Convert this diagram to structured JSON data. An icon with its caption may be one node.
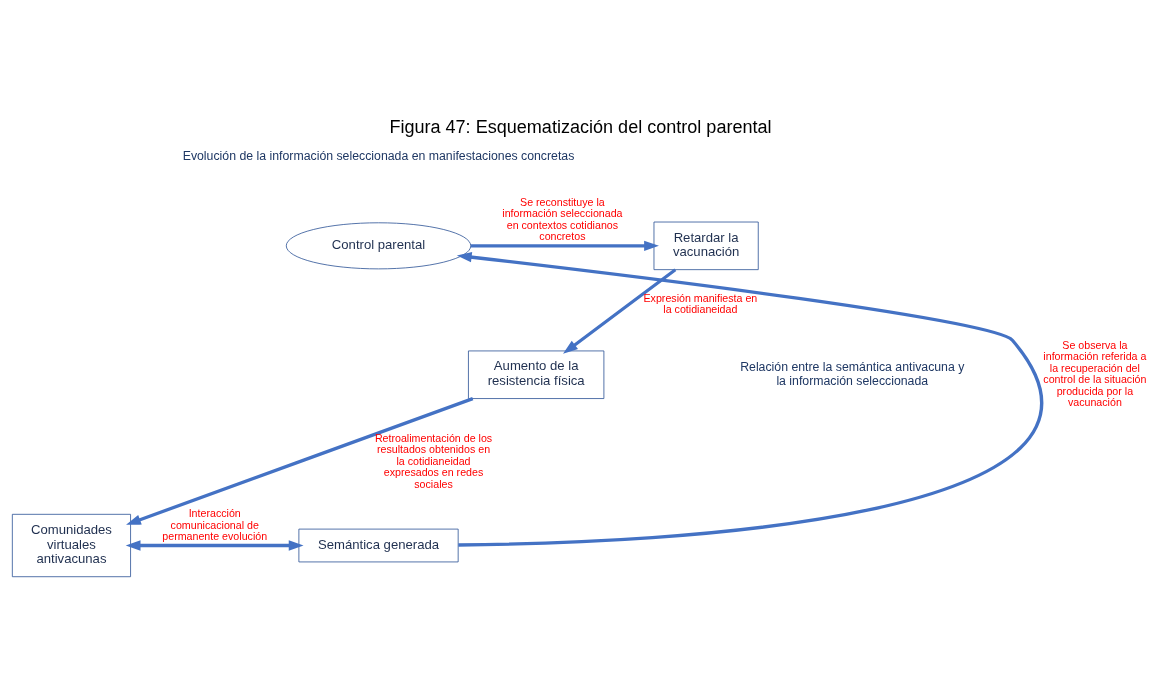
{
  "diagram": {
    "title": "Figura 47: Esquematización del control parental",
    "nodes": [
      {
        "text": [
          "Control parental"
        ]
      },
      {
        "text": [
          "Retardar la vacunación"
        ]
      },
      {
        "text": [
          "Aumento de la resistencia física"
        ]
      },
      {
        "text": [
          "Comunidades virtuales antivacunas"
        ]
      },
      {
        "text": [
          "Semántica generada"
        ]
      }
    ],
    "edges": [
      {
        "from": 0,
        "to": 1,
        "arrow": "to",
        "label": "Se reconstituye la información seleccionada en contextos cotidianos concretos"
      },
      {
        "from": 1,
        "to": 2,
        "arrow": "to",
        "label": "Expresión manifiesta en la cotidianeidad"
      },
      {
        "from": 2,
        "to": 3,
        "arrow": "to",
        "label": "Retroalimentación de los resultados obtenidos en la cotidianeidad expresados en redes sociales"
      },
      {
        "from": 3,
        "to": 4,
        "arrow": "both",
        "label": "Interacción comunicacional de permanente evolución"
      },
      {
        "from": 4,
        "to": 0,
        "arrow": "to",
        "label": "Se observa la información referida a la recuperación del control de la situación producida por la vacunación"
      }
    ],
    "labels": [
      "Evolución de la información seleccionada en manifestaciones concretas",
      "Relación entre la semántica antivacuna y la información seleccionada"
    ]
  }
}
